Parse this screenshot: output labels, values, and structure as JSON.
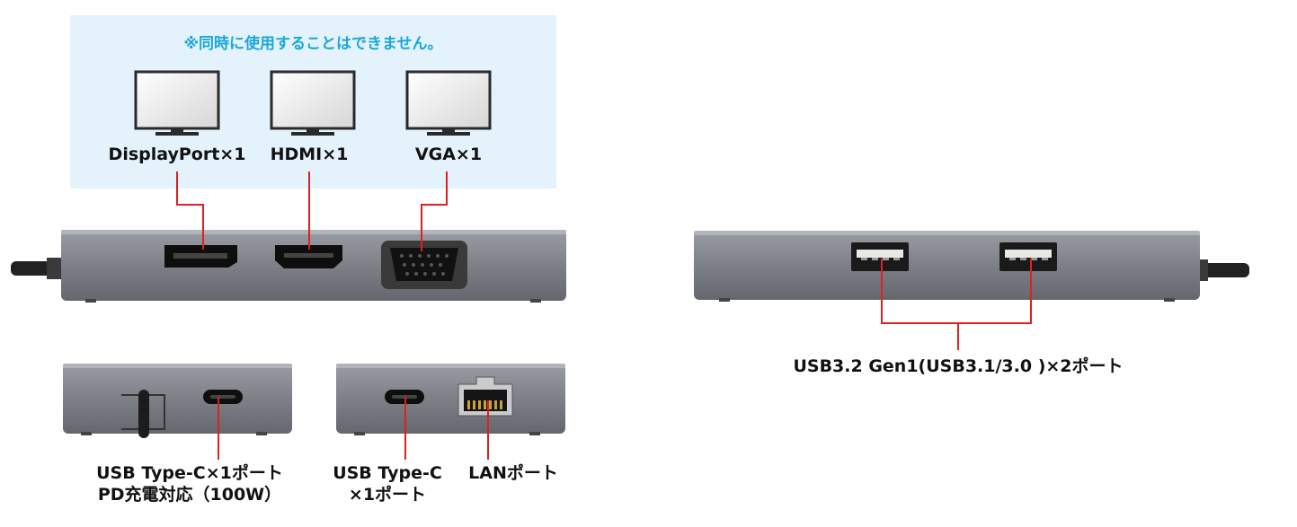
{
  "notice": "※同時に使用することはできません。",
  "monitors": [
    {
      "label": "DisplayPort×1"
    },
    {
      "label": "HDMI×1"
    },
    {
      "label": "VGA×1"
    }
  ],
  "usb_a_label": "USB3.2 Gen1(USB3.1/3.0 )×2ポート",
  "usb_c_pd": {
    "line1": "USB Type-C×1ポート",
    "line2": "PD充電対応（100W）"
  },
  "usb_c_port": {
    "line1": "USB Type-C",
    "line2": "×1ポート"
  },
  "lan_label": "LANポート",
  "colors": {
    "callout": "#e02020",
    "panel": "#e4f3fb",
    "notice": "#1aa7d8",
    "device": "#7b7f86"
  }
}
